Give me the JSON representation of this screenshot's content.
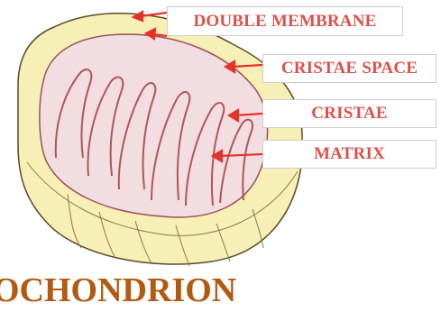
{
  "labels": {
    "double_membrane": "DOUBLE MEMBRANE",
    "cristae_space": "CRISTAE SPACE",
    "cristae": "CRISTAE",
    "matrix": "MATRIX"
  },
  "title": "OCHONDRION",
  "colors": {
    "label_text": "#e0504a",
    "arrow": "#e8312b",
    "title_text": "#b35a12",
    "outer_membrane_fill": "#f7f0b8",
    "matrix_fill": "#f3dde0",
    "cristae_stroke": "#b0555c"
  }
}
